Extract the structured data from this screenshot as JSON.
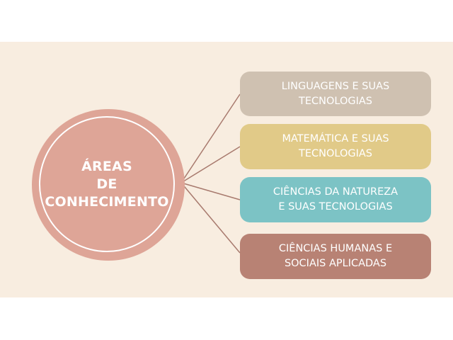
{
  "center": {
    "lines": [
      "ÁREAS",
      "DE",
      "CONHECIMENTO"
    ]
  },
  "areas": [
    {
      "lines": [
        "LINGUAGENS E SUAS",
        "TECNOLOGIAS"
      ]
    },
    {
      "lines": [
        "MATEMÁTICA E SUAS",
        "TECNOLOGIAS"
      ]
    },
    {
      "lines": [
        "CIÊNCIAS DA NATUREZA",
        "E SUAS TECNOLOGIAS"
      ]
    },
    {
      "lines": [
        "CIÊNCIAS HUMANAS E",
        "SOCIAIS APLICADAS"
      ]
    }
  ],
  "colors": {
    "background": "#f8ede0",
    "center_circle": "#dea597",
    "connector": "#a87a6e",
    "area_1": "#cfc1b1",
    "area_2": "#e1ca88",
    "area_3": "#7cc3c5",
    "area_4": "#b88274"
  }
}
